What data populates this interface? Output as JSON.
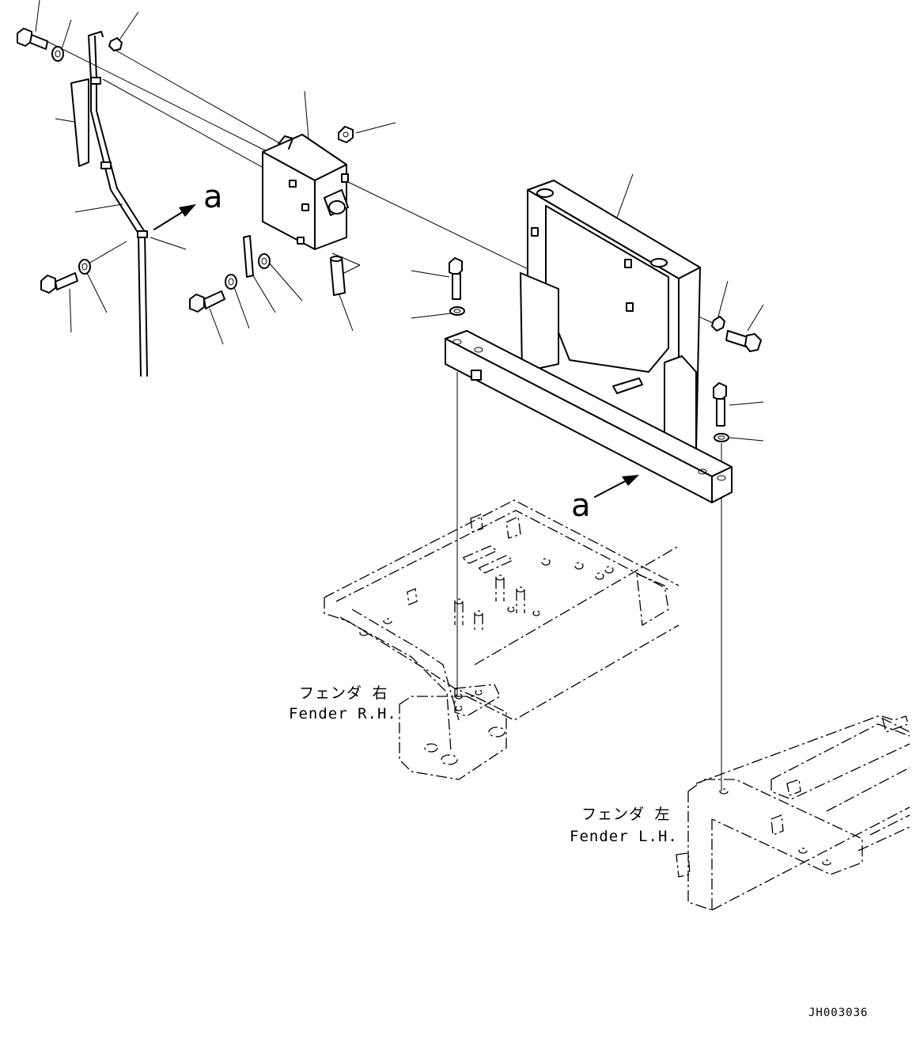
{
  "view_marker": "a",
  "fender_right": {
    "jp": "フェンダ 右",
    "en": "Fender R.H."
  },
  "fender_left": {
    "jp": "フェンダ 左",
    "en": "Fender L.H."
  },
  "drawing_code": "JH003036"
}
